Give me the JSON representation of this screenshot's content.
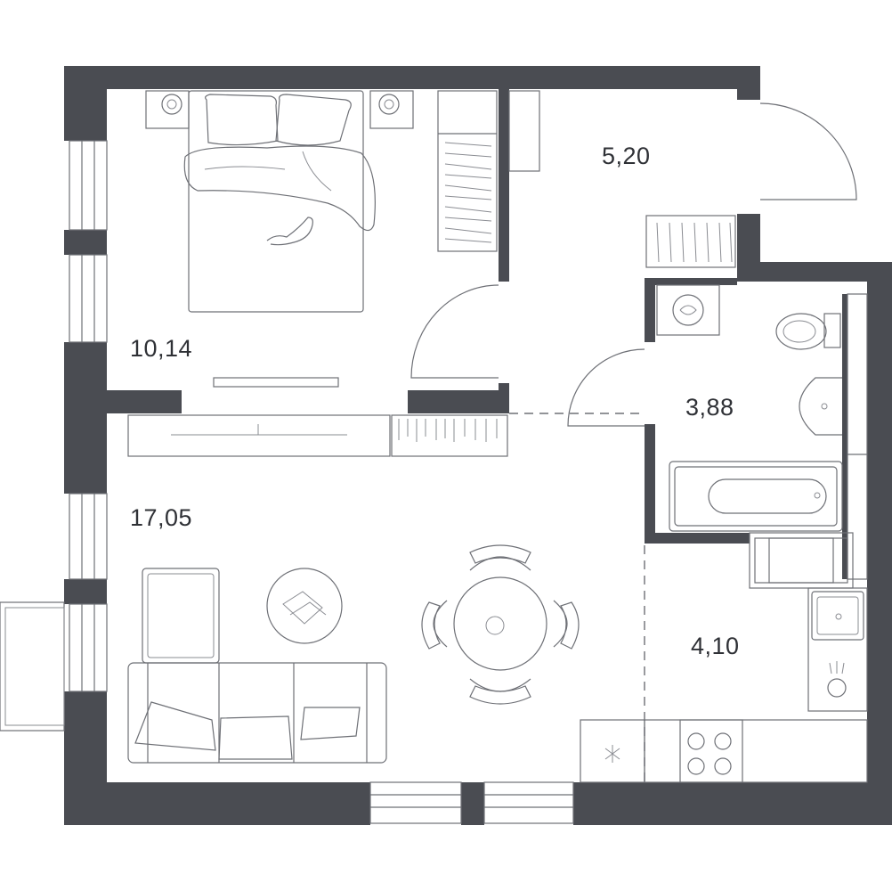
{
  "plan": {
    "rooms": [
      {
        "id": "bedroom",
        "area": "10,14"
      },
      {
        "id": "hall",
        "area": "5,20"
      },
      {
        "id": "bathroom",
        "area": "3,88"
      },
      {
        "id": "living",
        "area": "17,05"
      },
      {
        "id": "kitchen",
        "area": "4,10"
      }
    ],
    "colors": {
      "wall": "#4a4c52",
      "furniture_line": "#6e7076"
    }
  }
}
